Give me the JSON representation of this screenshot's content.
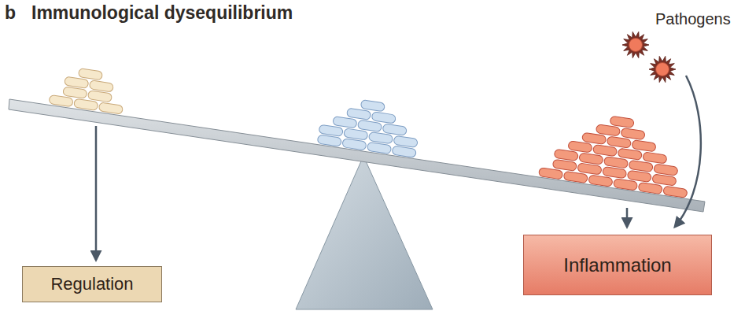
{
  "diagram": {
    "title": "Immunological dysequilibrium",
    "nodes": [
      {
        "text": [
          "Regulation"
        ]
      },
      {
        "text": [
          "Inflammation"
        ]
      }
    ],
    "labels": [
      "b",
      "Pathogens"
    ]
  }
}
